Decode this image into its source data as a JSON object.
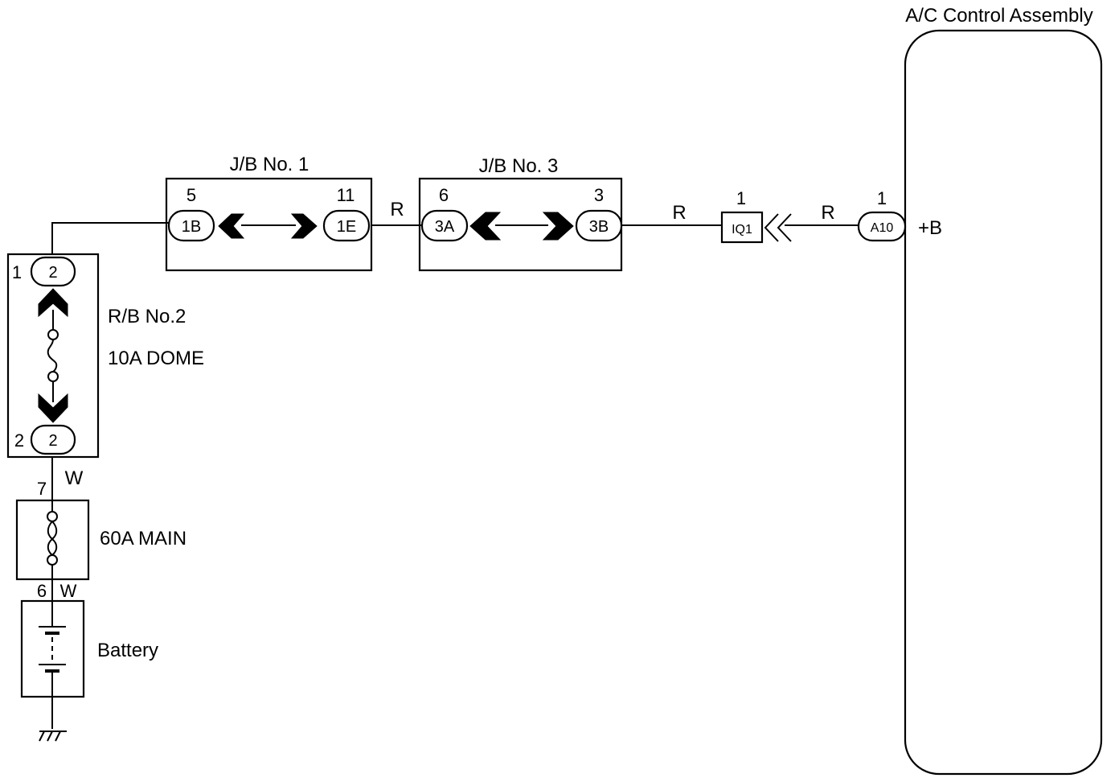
{
  "components": {
    "ac_control_assembly": {
      "label": "A/C Control Assembly",
      "terminal_label": "+B"
    },
    "jb1": {
      "label": "J/B No. 1"
    },
    "jb3": {
      "label": "J/B No. 3"
    },
    "rb2": {
      "label": "R/B No.2"
    },
    "fuse_dome": {
      "label": "10A DOME"
    },
    "fuse_main": {
      "label": "60A MAIN"
    },
    "battery": {
      "label": "Battery"
    }
  },
  "connectors": {
    "c1B": {
      "id": "1B",
      "pin": "5"
    },
    "c1E": {
      "id": "1E",
      "pin": "11"
    },
    "c3A": {
      "id": "3A",
      "pin": "6"
    },
    "c3B": {
      "id": "3B",
      "pin": "3"
    },
    "cIQ1": {
      "id": "IQ1",
      "pin": "1"
    },
    "cA10": {
      "id": "A10",
      "pin": "1"
    },
    "rb_top": {
      "id": "2",
      "pin": "1"
    },
    "rb_bottom": {
      "id": "2",
      "pin": "2"
    },
    "main_top": {
      "pin": "7"
    },
    "main_bottom": {
      "pin": "6"
    }
  },
  "wires": {
    "jb1_jb3": "R",
    "jb3_iq1": "R",
    "iq1_a10": "R",
    "rb_main": "W",
    "main_battery": "W"
  }
}
